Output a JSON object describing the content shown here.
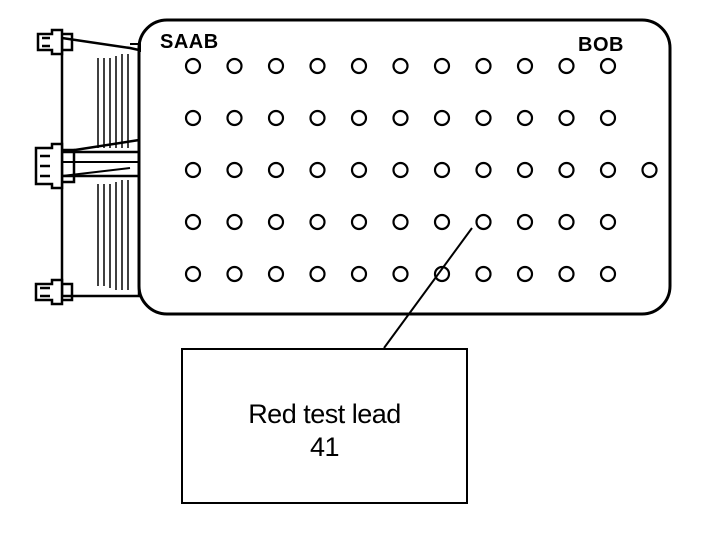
{
  "brand_left": "SAAB",
  "brand_right": "BOB",
  "callout": {
    "label": "Red test lead",
    "number": "41"
  },
  "grid": {
    "row_counts": [
      11,
      11,
      12,
      11,
      11
    ],
    "highlighted_hole": {
      "row": 4,
      "column": 8
    }
  },
  "colors": {
    "line": "#000000",
    "background": "#ffffff"
  }
}
